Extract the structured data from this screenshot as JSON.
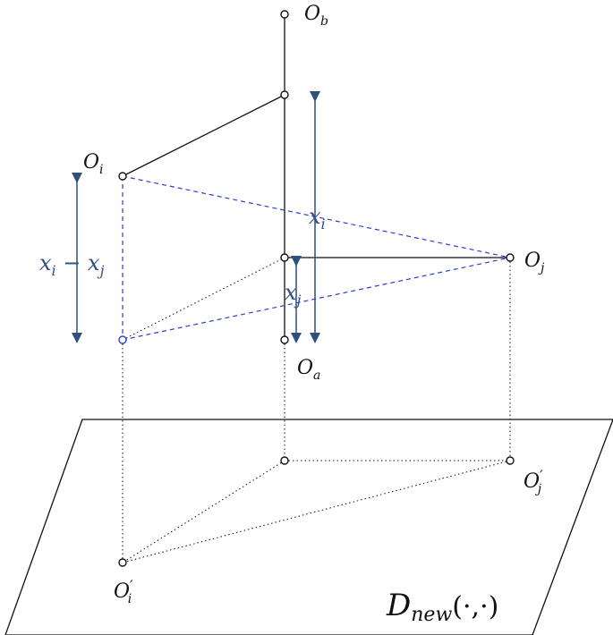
{
  "labels": {
    "o_b": "O",
    "o_b_sub": "b",
    "o_i": "O",
    "o_i_sub": "i",
    "o_j": "O",
    "o_j_sub": "j",
    "o_a": "O",
    "o_a_sub": "a",
    "o_i_prime": "O",
    "o_i_prime_sup": "′",
    "o_i_prime_sub": "i",
    "o_j_prime": "O",
    "o_j_prime_sup": "′",
    "o_j_prime_sub": "j",
    "x_i": "x",
    "x_i_sub": "i",
    "x_j": "x",
    "x_j_sub": "j",
    "diff_x1": "x",
    "diff_sub1": "i",
    "diff_minus": " − ",
    "diff_x2": "x",
    "diff_sub2": "j",
    "plane": "D",
    "plane_sub": "new",
    "plane_args": "(·,·)"
  },
  "colors": {
    "line": "#111111",
    "blue": "#2f4f7f",
    "dashed_blue": "#2a3fd6"
  }
}
